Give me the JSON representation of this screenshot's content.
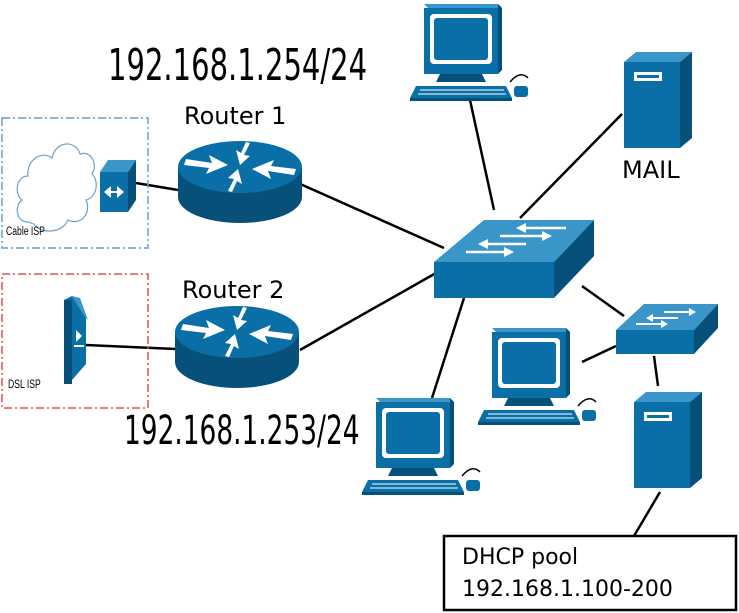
{
  "labels": {
    "ip_router1": "192.168.1.254/24",
    "router1": "Router 1",
    "router2": "Router 2",
    "ip_router2": "192.168.1.253/24",
    "mail": "MAIL",
    "cable_isp": "Cable ISP",
    "dsl_isp": "DSL ISP",
    "dhcp_line1": "DHCP pool",
    "dhcp_line2": "192.168.1.100-200"
  },
  "colors": {
    "device_blue": "#0a6fa6",
    "device_dark": "#06507a",
    "device_light": "#3a96c9",
    "cable_isp_border": "#6a9cd0",
    "dsl_isp_border": "#e05050",
    "link": "#000000"
  },
  "icons": {
    "router": "router-icon",
    "switch": "switch-icon",
    "server": "server-icon",
    "workstation": "workstation-icon",
    "cloud": "cloud-icon",
    "modem": "modem-icon"
  }
}
